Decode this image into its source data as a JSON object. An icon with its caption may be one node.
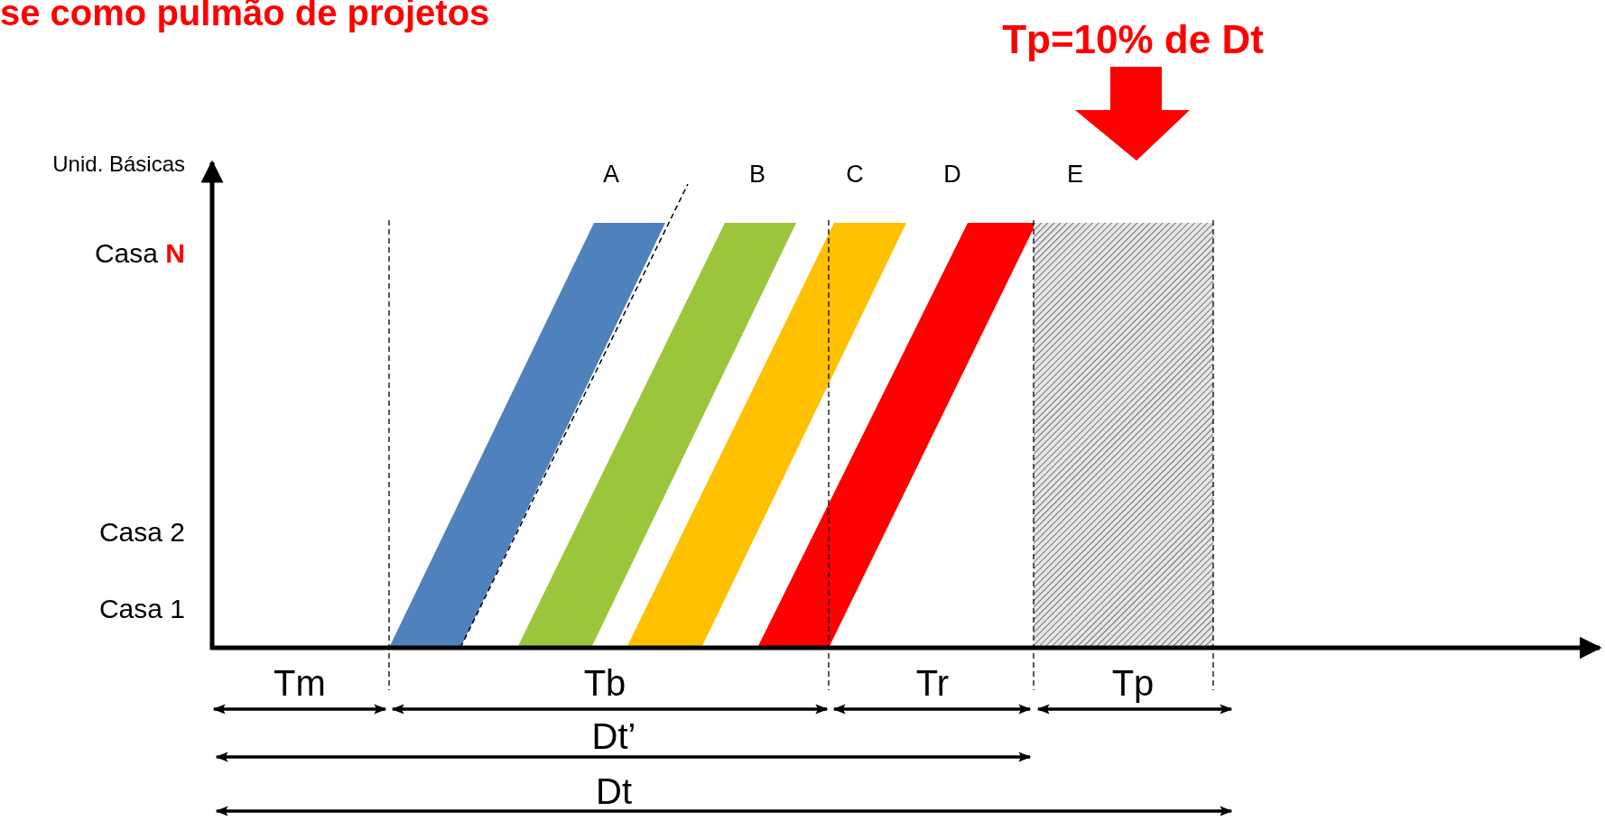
{
  "diagram": {
    "title": "se como pulmão de projetos",
    "labels": [
      "Tp=10% de Dt",
      "Unid. Básicas",
      "A",
      "B",
      "C",
      "D",
      "E",
      "Casa **N**",
      "Casa 2",
      "Casa 1",
      "Tm",
      "Tb",
      "Tr",
      "Tp",
      "Dt’",
      "Dt"
    ]
  }
}
